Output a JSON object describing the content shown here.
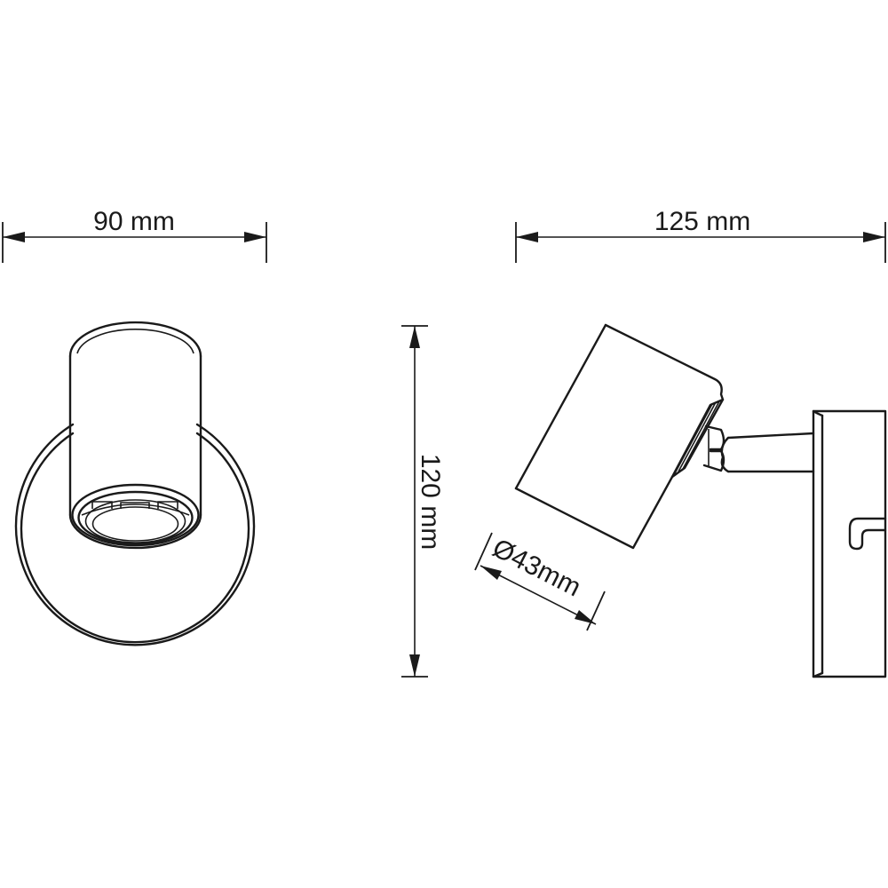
{
  "dimensions": {
    "front_width": "90 mm",
    "height": "120 mm",
    "side_depth": "125 mm",
    "head_diameter": "Ø43mm"
  },
  "colors": {
    "line": "#1a1a1a",
    "background": "#ffffff"
  }
}
